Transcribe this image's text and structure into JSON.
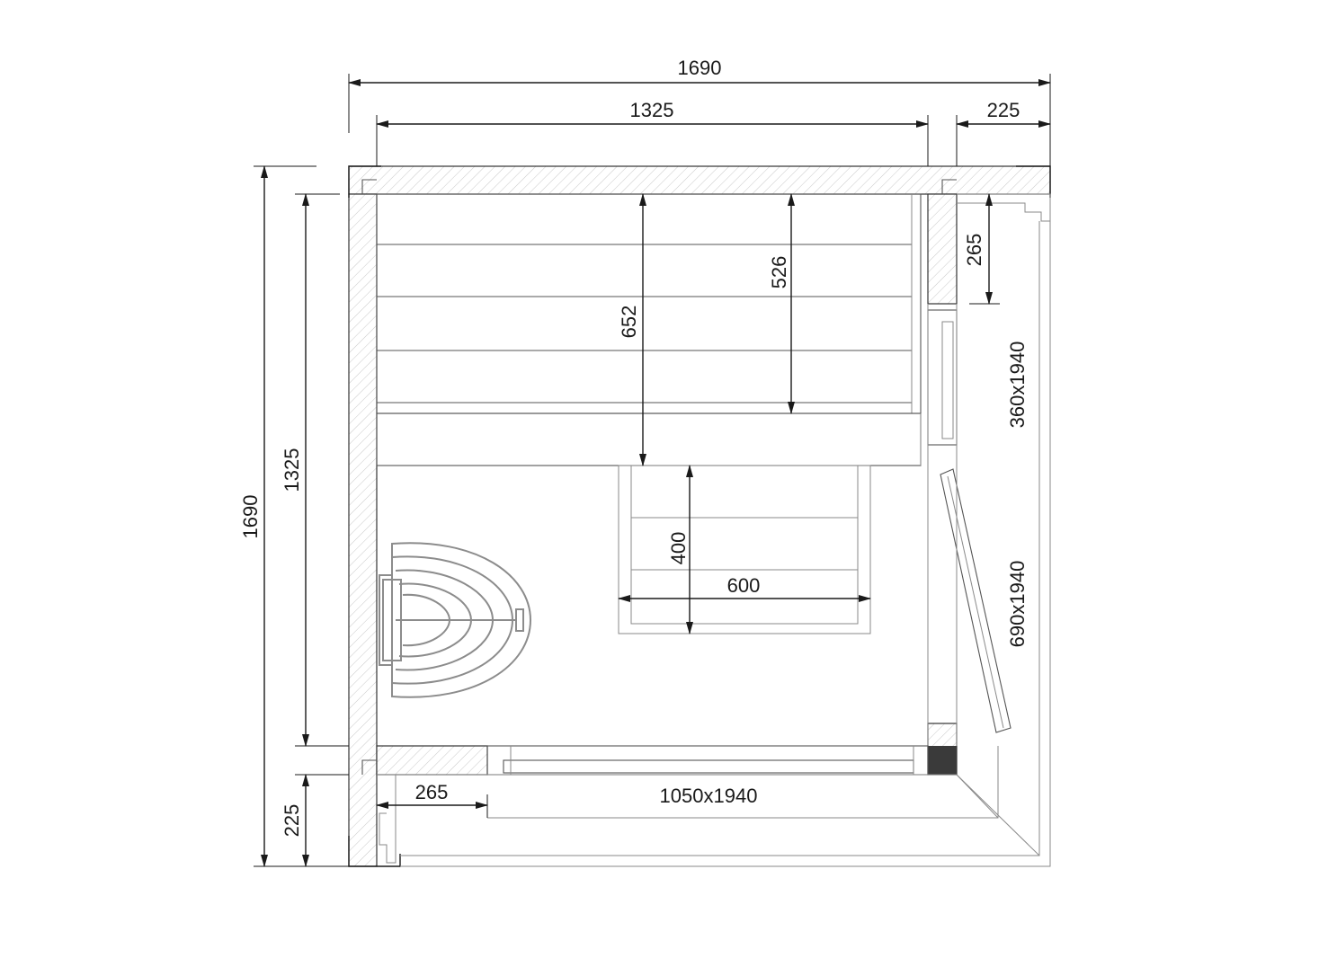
{
  "dimensions": {
    "top_total": "1690",
    "top_inner": "1325",
    "top_right": "225",
    "left_total": "1690",
    "left_inner": "1325",
    "left_bottom": "225",
    "bench_depth_outer": "652",
    "bench_depth_inner": "526",
    "step_depth": "400",
    "step_width": "600",
    "right_offset": "265",
    "bottom_offset": "265"
  },
  "openings": {
    "right_upper": "360x1940",
    "right_lower": "690x1940",
    "bottom_door": "1050x1940"
  },
  "colors": {
    "line": "#1a1a1a",
    "wall_hatch": "#c9c9c9",
    "heater": "#8c8c8c",
    "dark_block": "#3a3a3a"
  }
}
